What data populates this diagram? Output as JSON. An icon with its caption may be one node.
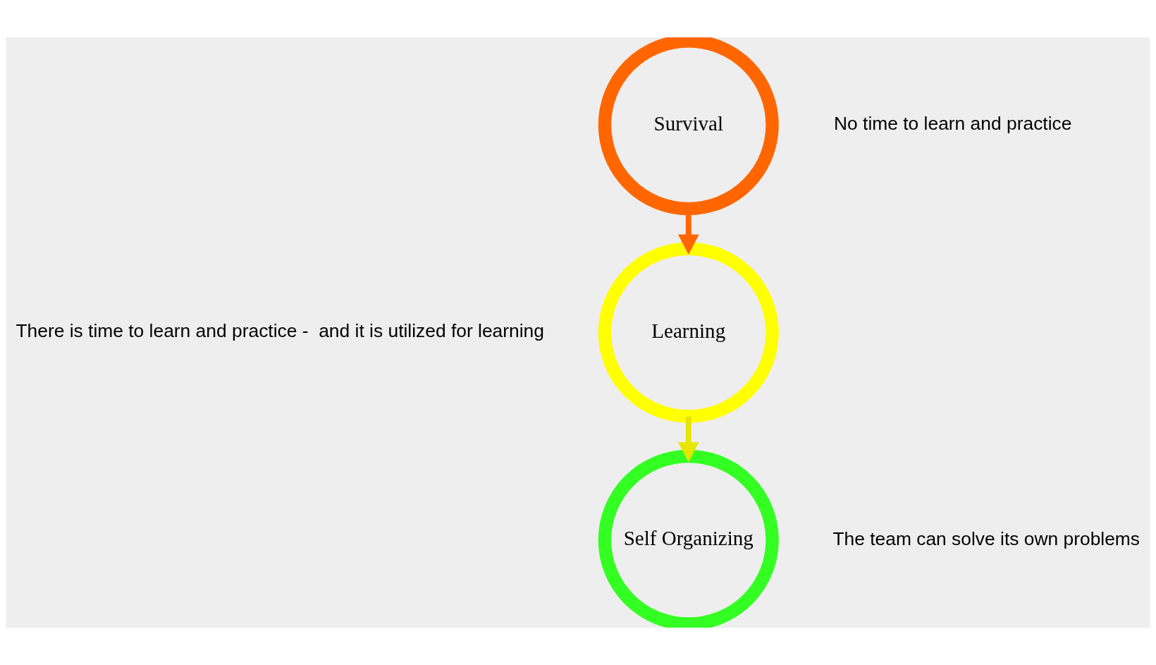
{
  "diagram": {
    "nodes": [
      {
        "text": [
          "Survival"
        ],
        "beside": [
          "No time to learn and practice"
        ]
      },
      {
        "text": [
          "Learning"
        ],
        "beside": [
          "There is time to learn and practice -  and it is utilized for learning"
        ]
      },
      {
        "text": [
          "Self Organizing"
        ],
        "beside": [
          "The team can solve its own problems"
        ]
      }
    ],
    "edges": [
      {
        "from": 0,
        "to": 1,
        "arrow": "to",
        "color": "#ff6600"
      },
      {
        "from": 1,
        "to": 2,
        "arrow": "to",
        "color": "#e6e600"
      }
    ]
  }
}
